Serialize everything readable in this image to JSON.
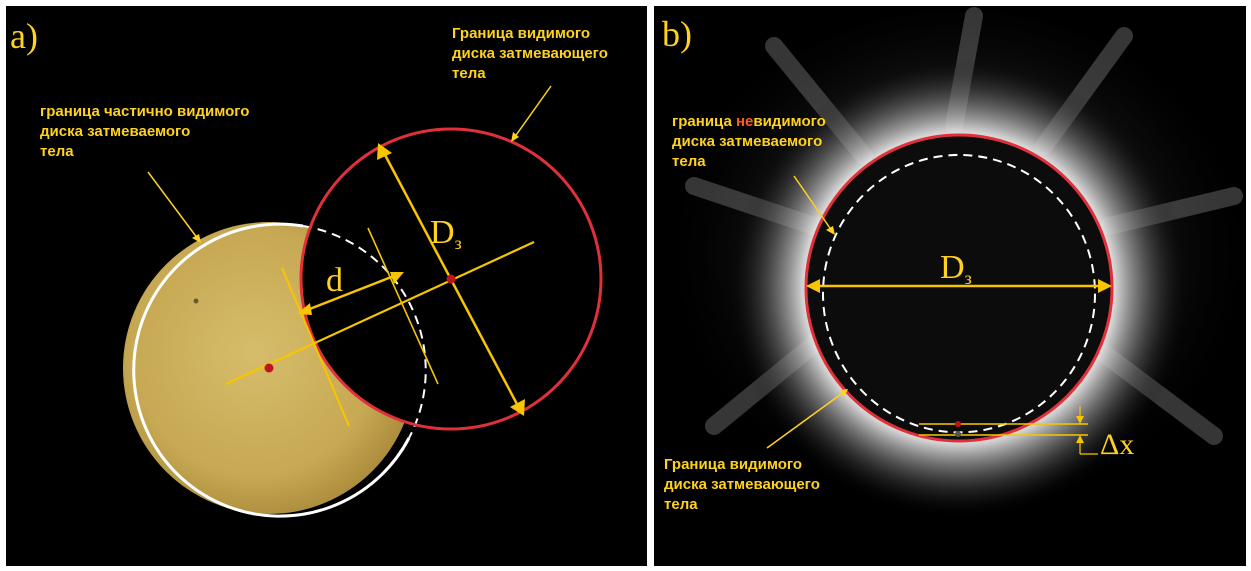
{
  "panel_a": {
    "label": "a)",
    "annot_eclipsed": [
      "граница частично видимого",
      "диска затмеваемого",
      "тела"
    ],
    "annot_eclipsing": [
      "Граница видимого",
      "диска затмевающего",
      "тела"
    ],
    "label_d": "d",
    "label_D": "D",
    "label_D_sub": "з"
  },
  "panel_b": {
    "label": "b)",
    "annot_invisible_prefix": "граница ",
    "annot_invisible_highlight": "не",
    "annot_invisible_rest": "видимого",
    "annot_invisible_lines": [
      "диска затмеваемого",
      "тела"
    ],
    "annot_eclipsing": [
      "Граница видимого",
      "диска затмевающего",
      "тела"
    ],
    "label_D": "D",
    "label_D_sub": "з",
    "label_dx": "Δx"
  },
  "colors": {
    "annotation": "#ffd21f",
    "measure": "#f7c600",
    "eclipsing_circle": "#e0303a",
    "center_dot": "#c0141c",
    "highlight": "#ff5a1e",
    "sun_fill": "#c8aa55"
  }
}
